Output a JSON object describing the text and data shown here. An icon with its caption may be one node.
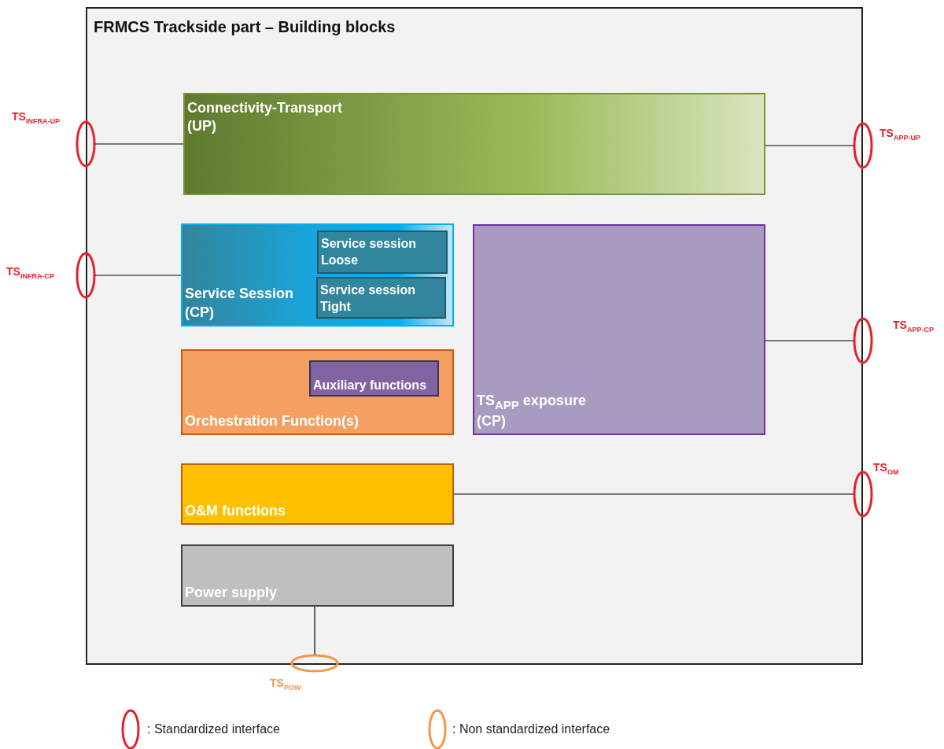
{
  "diagram": {
    "title": "FRMCS Trackside part – Building blocks",
    "nodes": [
      {
        "text": [],
        "shape": "box"
      },
      {
        "text": [
          "Connectivity-Transport (UP)"
        ],
        "in": 0
      },
      {
        "text": [
          "Service Session (CP)"
        ],
        "in": 0
      },
      {
        "text": [
          "Service session Loose"
        ],
        "in": 2
      },
      {
        "text": [
          "Service session Tight"
        ],
        "in": 2
      },
      {
        "text": [
          "Orchestration Function(s)"
        ],
        "in": 0
      },
      {
        "text": [
          "Auxiliary functions"
        ],
        "in": 5
      },
      {
        "text": [
          "TS$_{APP}$ exposure (CP)"
        ],
        "in": 0
      },
      {
        "text": [
          "O&M functions"
        ],
        "in": 0
      },
      {
        "text": [
          "Power supply"
        ],
        "in": 0
      },
      {
        "text": [
          "TS$_{INFRA-UP}$"
        ]
      },
      {
        "text": [
          "TS$_{INFRA-CP}$"
        ]
      },
      {
        "text": [
          "TS$_{APP-UP}$"
        ]
      },
      {
        "text": [
          "TS$_{APP-CP}$"
        ]
      },
      {
        "text": [
          "TS$_{OM}$"
        ]
      },
      {
        "text": [
          "TS$_{POW}$"
        ]
      }
    ],
    "edges": [
      {
        "from": 10,
        "to": 1,
        "arrow": "none"
      },
      {
        "from": 11,
        "to": 2,
        "arrow": "none"
      },
      {
        "from": 1,
        "to": 12,
        "arrow": "none"
      },
      {
        "from": 7,
        "to": 13,
        "arrow": "none"
      },
      {
        "from": 8,
        "to": 14,
        "arrow": "none"
      },
      {
        "from": 9,
        "to": 15,
        "arrow": "none"
      }
    ],
    "legend": [
      {
        "text": ": Standardized interface"
      },
      {
        "text": ": Non standardized interface"
      }
    ]
  }
}
